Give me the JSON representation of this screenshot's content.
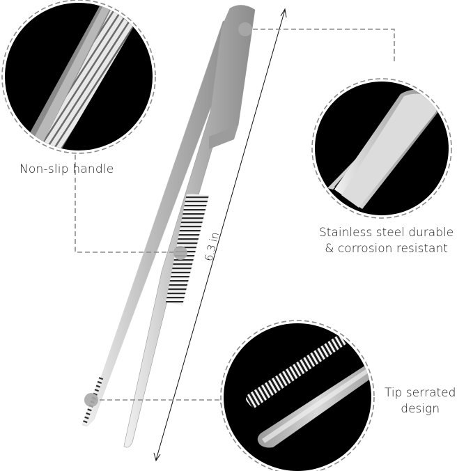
{
  "product": {
    "subject": "stainless steel tweezers",
    "dimension_label": "6.3 in"
  },
  "callouts": [
    {
      "id": "handle",
      "label": "Non-slip handle",
      "lines": [
        "Non-slip handle"
      ]
    },
    {
      "id": "steel",
      "label": "Stainless steel durable & corrosion resistant",
      "lines": [
        "Stainless steel durable",
        "& corrosion resistant"
      ]
    },
    {
      "id": "tip",
      "label": "Tip serrated design",
      "lines": [
        "Tip serrated",
        "design"
      ]
    }
  ],
  "colors": {
    "background": "#ffffff",
    "circle_fill": "#000000",
    "dashed_line": "#8a8a8a",
    "marker_dot": "#a8a8a8",
    "steel_light": "#e6e6e6",
    "steel_mid": "#b5b5b5",
    "steel_dark": "#7a7a7a",
    "text": "#1a1a1a"
  }
}
